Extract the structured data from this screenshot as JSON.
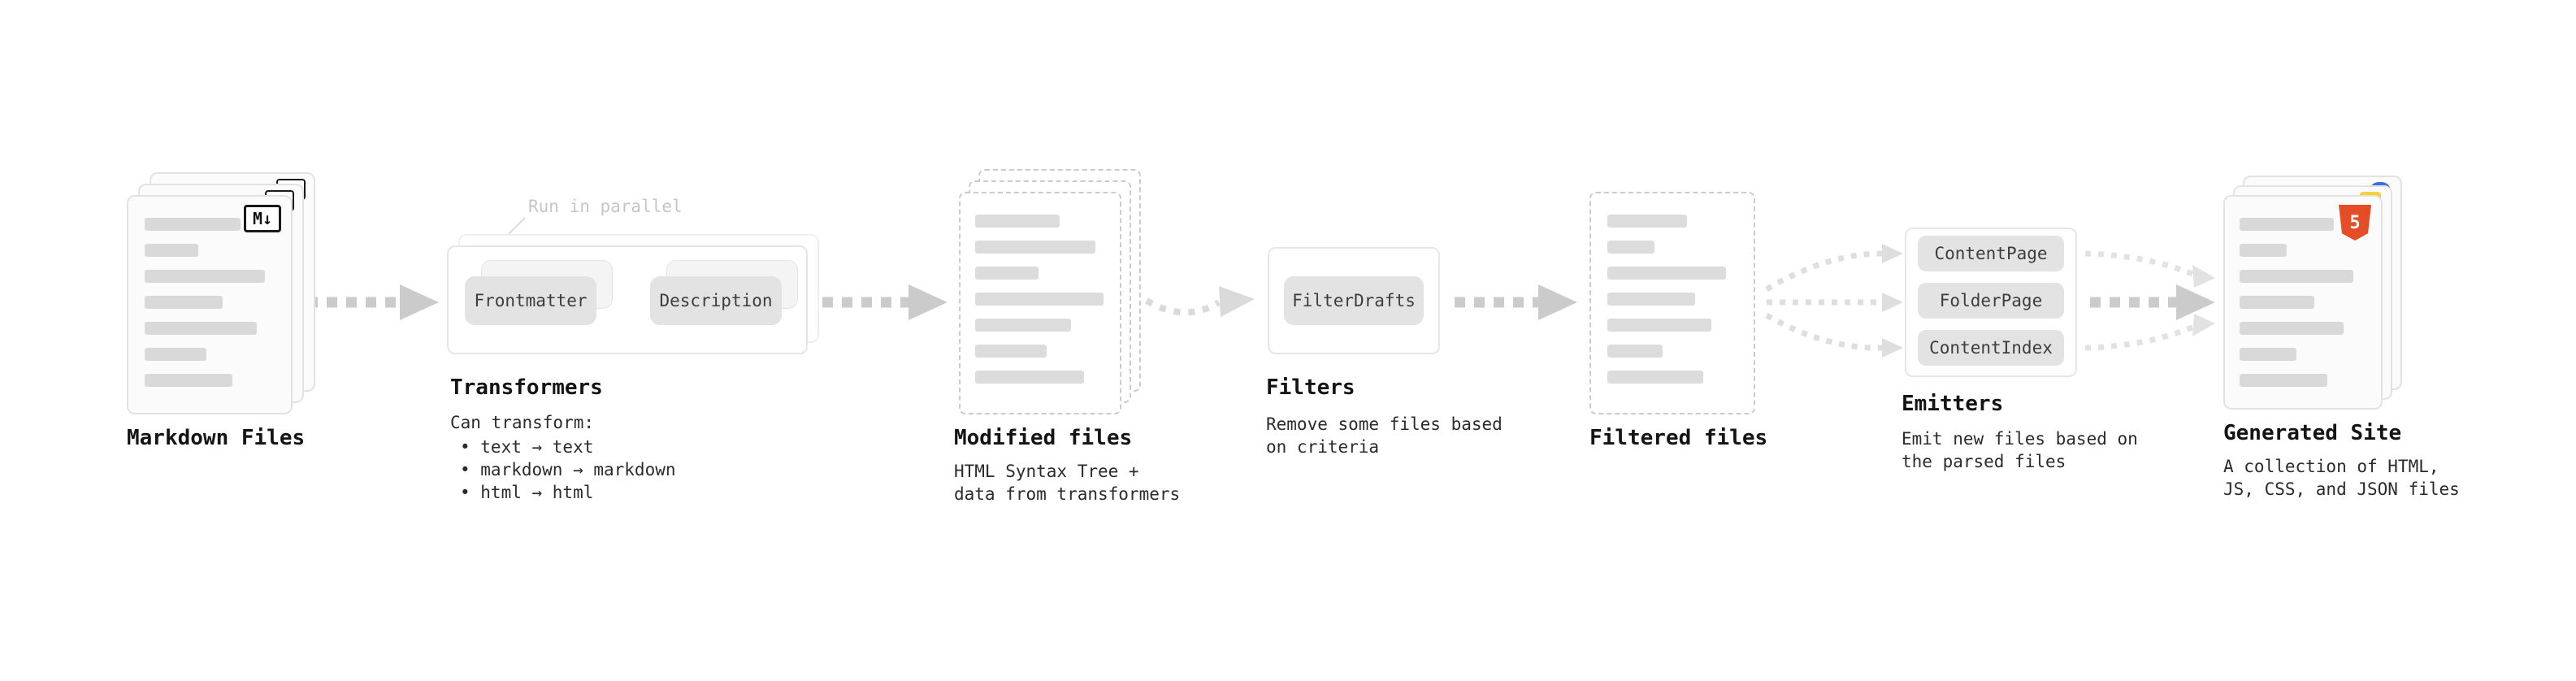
{
  "nodes": {
    "markdown_files": {
      "title": "Markdown Files",
      "icon": "M↓"
    },
    "transformers": {
      "title": "Transformers",
      "note": "Run in parallel",
      "buttons": [
        "Frontmatter",
        "Description"
      ],
      "desc_heading": "Can transform:",
      "desc_bullets": "• text → text\n• markdown → markdown\n• html → html"
    },
    "modified_files": {
      "title": "Modified files",
      "desc": "HTML Syntax Tree +\ndata from transformers"
    },
    "filters": {
      "title": "Filters",
      "button": "FilterDrafts",
      "desc": "Remove some files based\non criteria"
    },
    "filtered_files": {
      "title": "Filtered files"
    },
    "emitters": {
      "title": "Emitters",
      "buttons": [
        "ContentPage",
        "FolderPage",
        "ContentIndex"
      ],
      "desc": "Emit new files based on\nthe parsed files"
    },
    "generated_site": {
      "title": "Generated Site",
      "icon": "5",
      "desc": "A collection of HTML,\nJS, CSS, and JSON files"
    }
  },
  "colors": {
    "arrow_strong": "#cbcbcb",
    "arrow_light": "#dedede",
    "html5_orange": "#e44d26",
    "js_yellow": "#f4d03a",
    "css_blue": "#3b6fe0"
  }
}
